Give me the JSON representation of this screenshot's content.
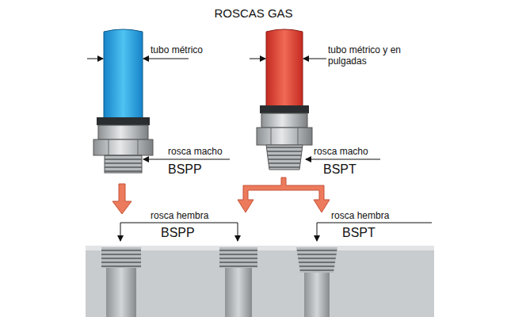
{
  "diagram": {
    "title": "ROSCAS GAS",
    "labels": [
      "tubo métrico",
      "tubo métrico y en pulgadas",
      "rosca macho",
      "BSPP",
      "rosca macho",
      "BSPT",
      "rosca hembra",
      "BSPP",
      "rosca hembra",
      "BSPT"
    ]
  }
}
